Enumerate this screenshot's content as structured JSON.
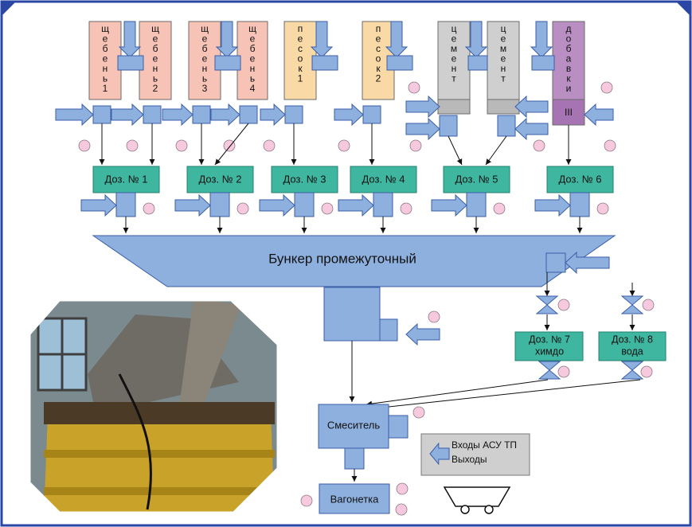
{
  "hoppers": [
    {
      "label": "щебень1",
      "fill": "#f6c3b6"
    },
    {
      "label": "щебень2",
      "fill": "#f6c3b6"
    },
    {
      "label": "щебень3",
      "fill": "#f6c3b6"
    },
    {
      "label": "щебень4",
      "fill": "#f6c3b6"
    },
    {
      "label": "песок1",
      "fill": "#f9d9a6"
    },
    {
      "label": "песок2",
      "fill": "#f9d9a6"
    },
    {
      "label": "цемент",
      "fill": "#cfcfcf"
    },
    {
      "label": "цемент",
      "fill": "#cfcfcf"
    },
    {
      "label": "добавки",
      "fill": "#b98fc3"
    }
  ],
  "additive_mark": "III",
  "dosers": [
    "Доз. № 1",
    "Доз. № 2",
    "Доз. № 3",
    "Доз. № 4",
    "Доз. № 5",
    "Доз. № 6"
  ],
  "bunker_label": "Бункер промежуточный",
  "doser7": [
    "Доз. № 7",
    "химдо"
  ],
  "doser8": [
    "Доз. № 8",
    "вода"
  ],
  "mixer_label": "Смеситель",
  "wagon_label": "Вагонетка",
  "legend": {
    "inputs": "Входы АСУ ТП",
    "outputs": "Выходы"
  },
  "colors": {
    "border": "#2a47a6",
    "equipment": "#8eb0de",
    "equipment_stroke": "#3b5ea8",
    "doser": "#3fb6a0",
    "signal_circle": "#f7c9df",
    "legend_box": "#cfcfcf"
  }
}
